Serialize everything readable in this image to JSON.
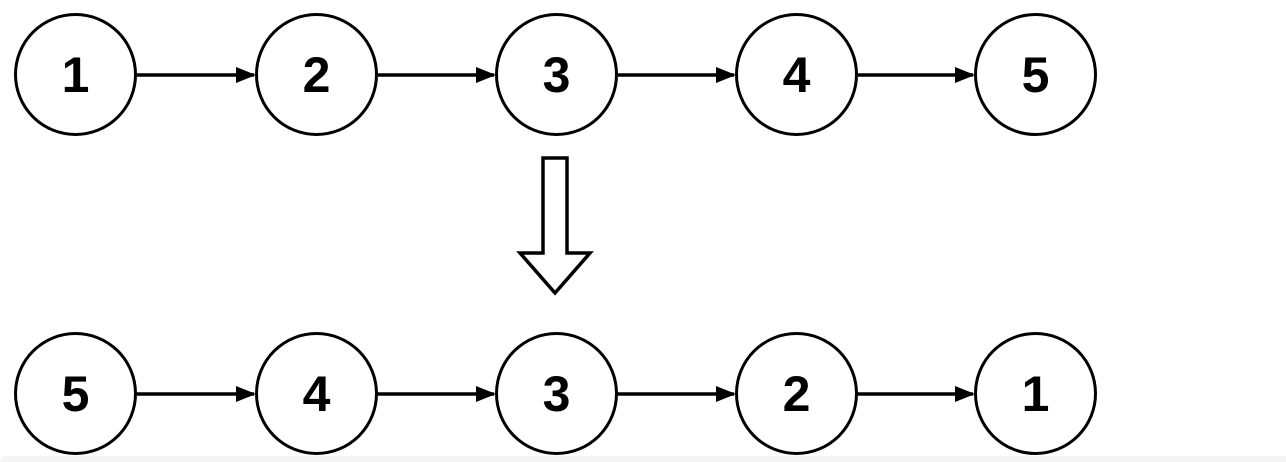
{
  "diagram": {
    "kind": "linked-list-reversal",
    "top_list": {
      "nodes": [
        "1",
        "2",
        "3",
        "4",
        "5"
      ]
    },
    "bottom_list": {
      "nodes": [
        "5",
        "4",
        "3",
        "2",
        "1"
      ]
    },
    "transform_icon": "down-arrow-icon",
    "colors": {
      "stroke": "#000000",
      "node_fill": "#ffffff",
      "background": "#ffffff",
      "footer_strip": "#f5f5f7"
    }
  }
}
